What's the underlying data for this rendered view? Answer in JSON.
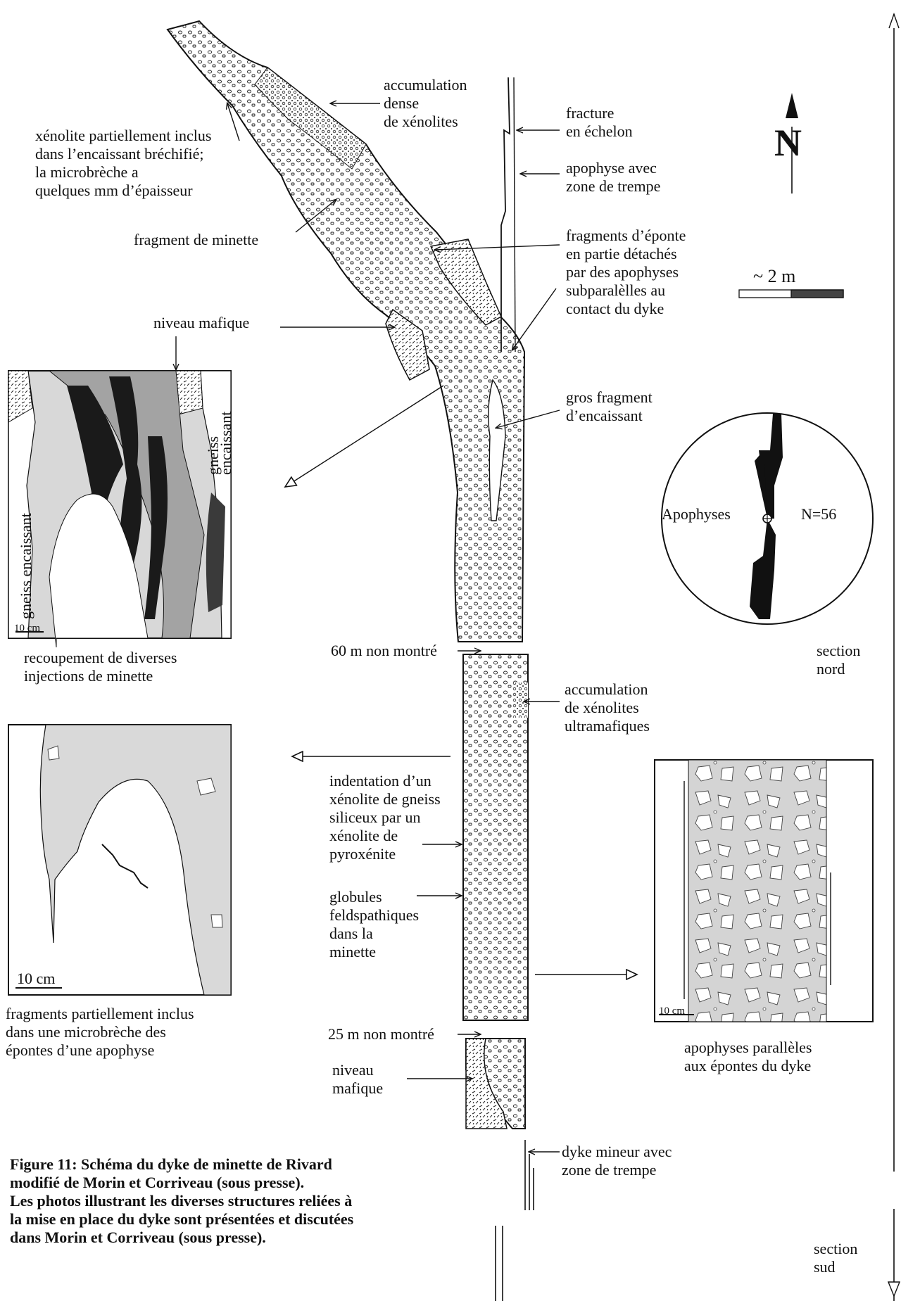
{
  "figure": {
    "caption": "Figure 11: Schéma du dyke de minette de Rivard\nmodifié de Morin et Corriveau (sous presse).\nLes photos illustrant les diverses structures reliées à\nla mise en place du dyke sont présentées et discutées\ndans Morin et Corriveau (sous presse)."
  },
  "labels": {
    "accumulation_dense": "accumulation\ndense\nde xénolites",
    "xenolite_inclus": "xénolite partiellement inclus\ndans l’encaissant bréchifié;\nla microbrèche a\nquelques mm d’épaisseur",
    "fracture": "fracture\nen échelon",
    "apophyse_trempe": "apophyse avec\nzone de trempe",
    "fragment_minette": "fragment de minette",
    "fragments_eponte": "fragments d’éponte\nen partie détachés\npar des apophyses\nsubparalèlles au\ncontact du dyke",
    "niveau_mafique_top": "niveau mafique",
    "gros_fragment": "gros fragment\nd’encaissant",
    "sixty_m": "60 m non montré",
    "accumulation_ultramafique": "accumulation\nde xénolites\nultramafiques",
    "indentation": "indentation d’un\nxénolite de gneiss\nsiliceux par un\nxénolite de\npyroxénite",
    "globules": "globules\nfeldspathiques\ndans la\nminette",
    "twentyfive_m": "25 m non montré",
    "niveau_mafique_bottom": "niveau\nmafique",
    "dyke_mineur": "dyke mineur avec\nzone de trempe",
    "section_nord": "section\nnord",
    "section_sud": "section\nsud"
  },
  "north_arrow": {
    "label": "N"
  },
  "scale_bar": {
    "label": "~ 2 m"
  },
  "rose_diagram": {
    "label": "Apophyses",
    "count": "N=56"
  },
  "inset_top": {
    "caption": "recoupement de diverses\ninjections de minette",
    "scale": "10 cm",
    "gneiss_left": "gneiss encaissant",
    "gneiss_right_1": "gneiss",
    "gneiss_right_2": "encaissant"
  },
  "inset_middle": {
    "caption": "fragments partiellement inclus\ndans une microbrèche des\népontes d’une apophyse",
    "scale": "10 cm"
  },
  "inset_right": {
    "caption": "apophyses parallèles\naux épontes du dyke",
    "scale": "10 cm"
  },
  "colors": {
    "minette_light": "#d9d9d9",
    "minette_mid": "#a8a8a8",
    "minette_dark": "#1a1a1a"
  }
}
